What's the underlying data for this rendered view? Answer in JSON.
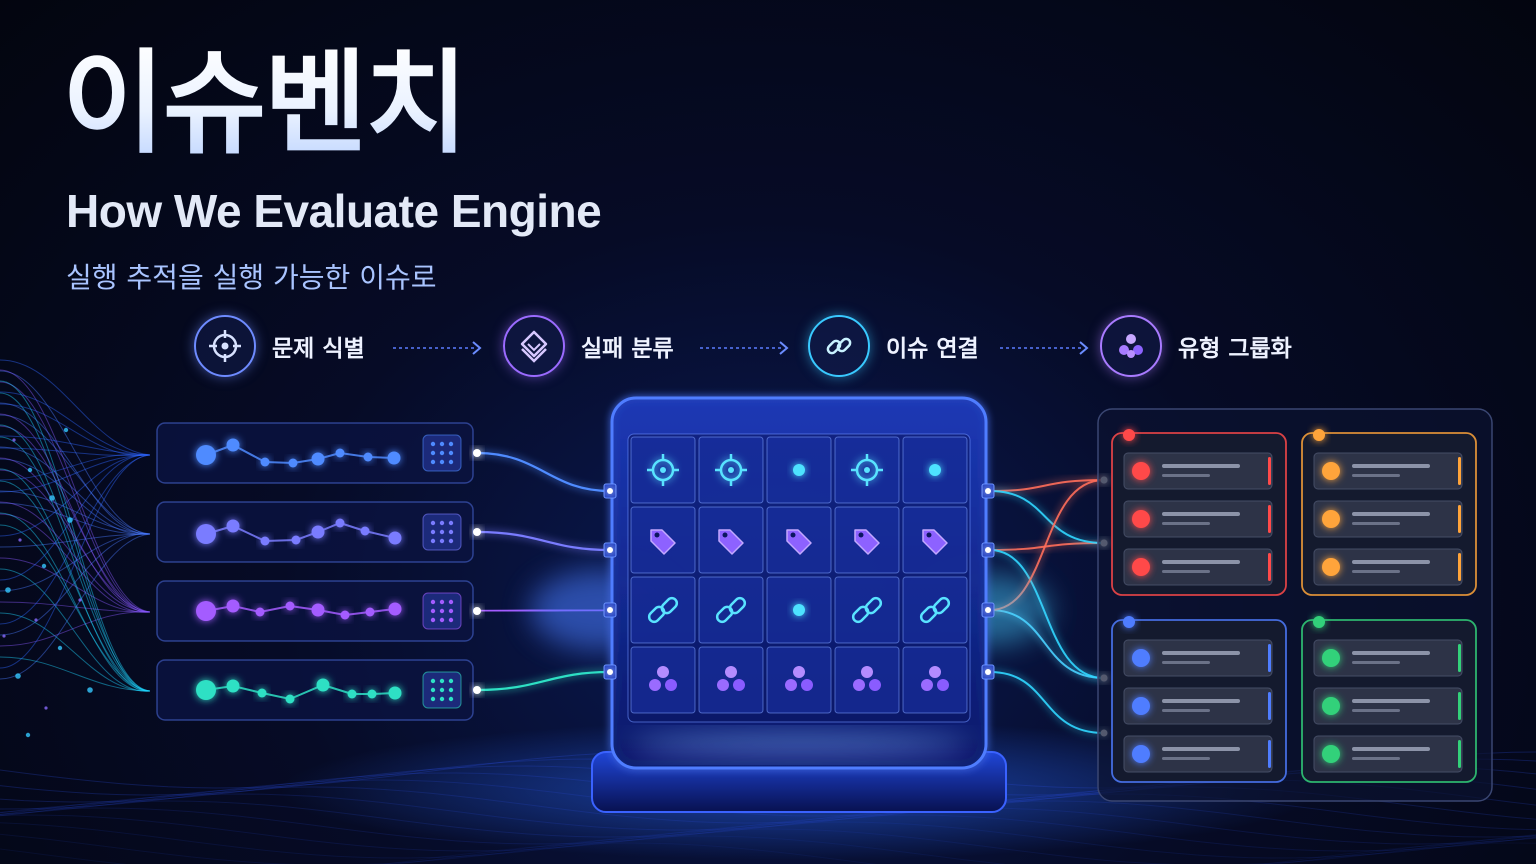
{
  "header": {
    "title": "이슈벤치",
    "subtitle": "How We Evaluate Engine",
    "tagline": "실행 추적을 실행 가능한 이슈로"
  },
  "steps": [
    {
      "label": "문제 식별",
      "icon": "crosshair-icon",
      "color": "#6e8bff"
    },
    {
      "label": "실패 분류",
      "icon": "layers-icon",
      "color": "#9b6bff"
    },
    {
      "label": "이슈 연결",
      "icon": "link-icon",
      "color": "#39c9ff"
    },
    {
      "label": "유형 그룹화",
      "icon": "cluster-icon",
      "color": "#a97bff"
    }
  ],
  "traces": [
    {
      "color": "#4f8bff"
    },
    {
      "color": "#7a7cff"
    },
    {
      "color": "#a45cff"
    },
    {
      "color": "#2ee0c4"
    }
  ],
  "matrix_rows": [
    {
      "icon": "crosshair-icon",
      "cells": [
        "crosshair-icon",
        "crosshair-icon",
        "dot-icon",
        "crosshair-icon",
        "dot-icon"
      ]
    },
    {
      "icon": "tag-icon",
      "cells": [
        "tag-icon",
        "tag-icon",
        "tag-icon",
        "tag-icon",
        "tag-icon"
      ]
    },
    {
      "icon": "link-icon",
      "cells": [
        "link-icon",
        "link-icon",
        "dot-icon",
        "link-icon",
        "link-icon"
      ]
    },
    {
      "icon": "cluster-icon",
      "cells": [
        "cluster-icon",
        "cluster-icon",
        "cluster-icon",
        "cluster-icon",
        "cluster-icon"
      ]
    }
  ],
  "groups": [
    {
      "color": "#ff4a4a",
      "name": "red-group"
    },
    {
      "color": "#ffa43a",
      "name": "orange-group"
    },
    {
      "color": "#4f7dff",
      "name": "blue-group"
    },
    {
      "color": "#33d17a",
      "name": "green-group"
    }
  ]
}
